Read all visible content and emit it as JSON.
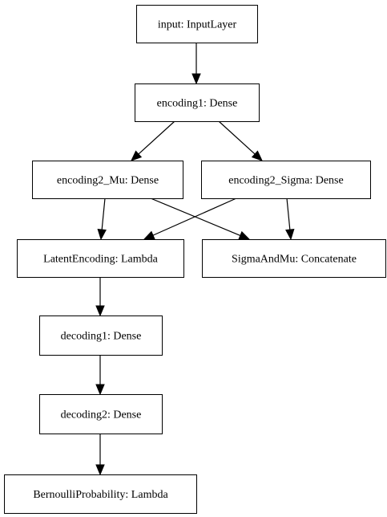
{
  "diagram": {
    "nodes": [
      {
        "id": "input",
        "label": "input: InputLayer"
      },
      {
        "id": "encoding1",
        "label": "encoding1: Dense"
      },
      {
        "id": "encoding2_mu",
        "label": "encoding2_Mu: Dense"
      },
      {
        "id": "encoding2_sigma",
        "label": "encoding2_Sigma: Dense"
      },
      {
        "id": "latent_encoding",
        "label": "LatentEncoding: Lambda"
      },
      {
        "id": "sigma_and_mu",
        "label": "SigmaAndMu: Concatenate"
      },
      {
        "id": "decoding1",
        "label": "decoding1: Dense"
      },
      {
        "id": "decoding2",
        "label": "decoding2: Dense"
      },
      {
        "id": "bernoulli_probability",
        "label": "BernoulliProbability: Lambda"
      }
    ],
    "edges": [
      {
        "from": "input",
        "to": "encoding1"
      },
      {
        "from": "encoding1",
        "to": "encoding2_mu"
      },
      {
        "from": "encoding1",
        "to": "encoding2_sigma"
      },
      {
        "from": "encoding2_mu",
        "to": "latent_encoding"
      },
      {
        "from": "encoding2_mu",
        "to": "sigma_and_mu"
      },
      {
        "from": "encoding2_sigma",
        "to": "latent_encoding"
      },
      {
        "from": "encoding2_sigma",
        "to": "sigma_and_mu"
      },
      {
        "from": "latent_encoding",
        "to": "decoding1"
      },
      {
        "from": "decoding1",
        "to": "decoding2"
      },
      {
        "from": "decoding2",
        "to": "bernoulli_probability"
      }
    ]
  }
}
